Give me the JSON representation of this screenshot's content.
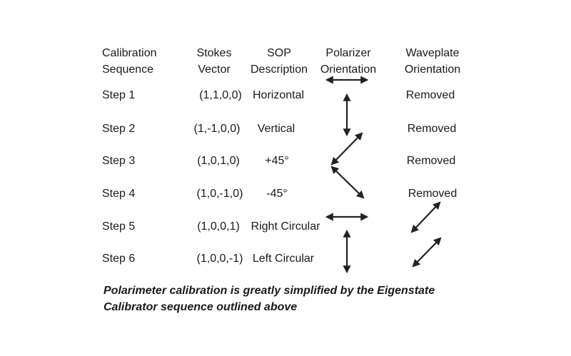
{
  "headers": [
    {
      "id": "sequence",
      "line1": "Calibration",
      "line2": "Sequence"
    },
    {
      "id": "stokes",
      "line1": "Stokes",
      "line2": "Vector"
    },
    {
      "id": "sop",
      "line1": "SOP",
      "line2": "Description"
    },
    {
      "id": "polarizer",
      "line1": "Polarizer",
      "line2": "Orientation"
    },
    {
      "id": "waveplate",
      "line1": "Waveplate",
      "line2": "Orientation"
    }
  ],
  "rows": [
    {
      "step": "Step 1",
      "stokes": "(1,1,0,0)",
      "sop": "Horizontal",
      "polarizer": "horizontal-double-arrow-icon",
      "waveplate": "Removed"
    },
    {
      "step": "Step 2",
      "stokes": "(1,-1,0,0)",
      "sop": "Vertical",
      "polarizer": "vertical-double-arrow-icon",
      "waveplate": "Removed"
    },
    {
      "step": "Step 3",
      "stokes": "(1,0,1,0)",
      "sop": "+45°",
      "polarizer": "diagonal-plus45-double-arrow-icon",
      "waveplate": "Removed"
    },
    {
      "step": "Step 4",
      "stokes": "(1,0,-1,0)",
      "sop": "-45°",
      "polarizer": "diagonal-minus45-double-arrow-icon",
      "waveplate": "Removed"
    },
    {
      "step": "Step 5",
      "stokes": "(1,0,0,1)",
      "sop": "Right Circular",
      "polarizer": "horizontal-double-arrow-icon",
      "waveplate": "diagonal-plus45-double-arrow-icon"
    },
    {
      "step": "Step 6",
      "stokes": "(1,0,0,-1)",
      "sop": "Left Circular",
      "polarizer": "vertical-double-arrow-icon",
      "waveplate": "diagonal-plus45-double-arrow-icon"
    }
  ],
  "caption": {
    "line1": "Polarimeter calibration is greatly simplified by the Eigenstate",
    "line2": "Calibrator sequence outlined above"
  },
  "colors": {
    "text": "#1a1a1a",
    "arrow": "#222222",
    "background": "#ffffff"
  }
}
